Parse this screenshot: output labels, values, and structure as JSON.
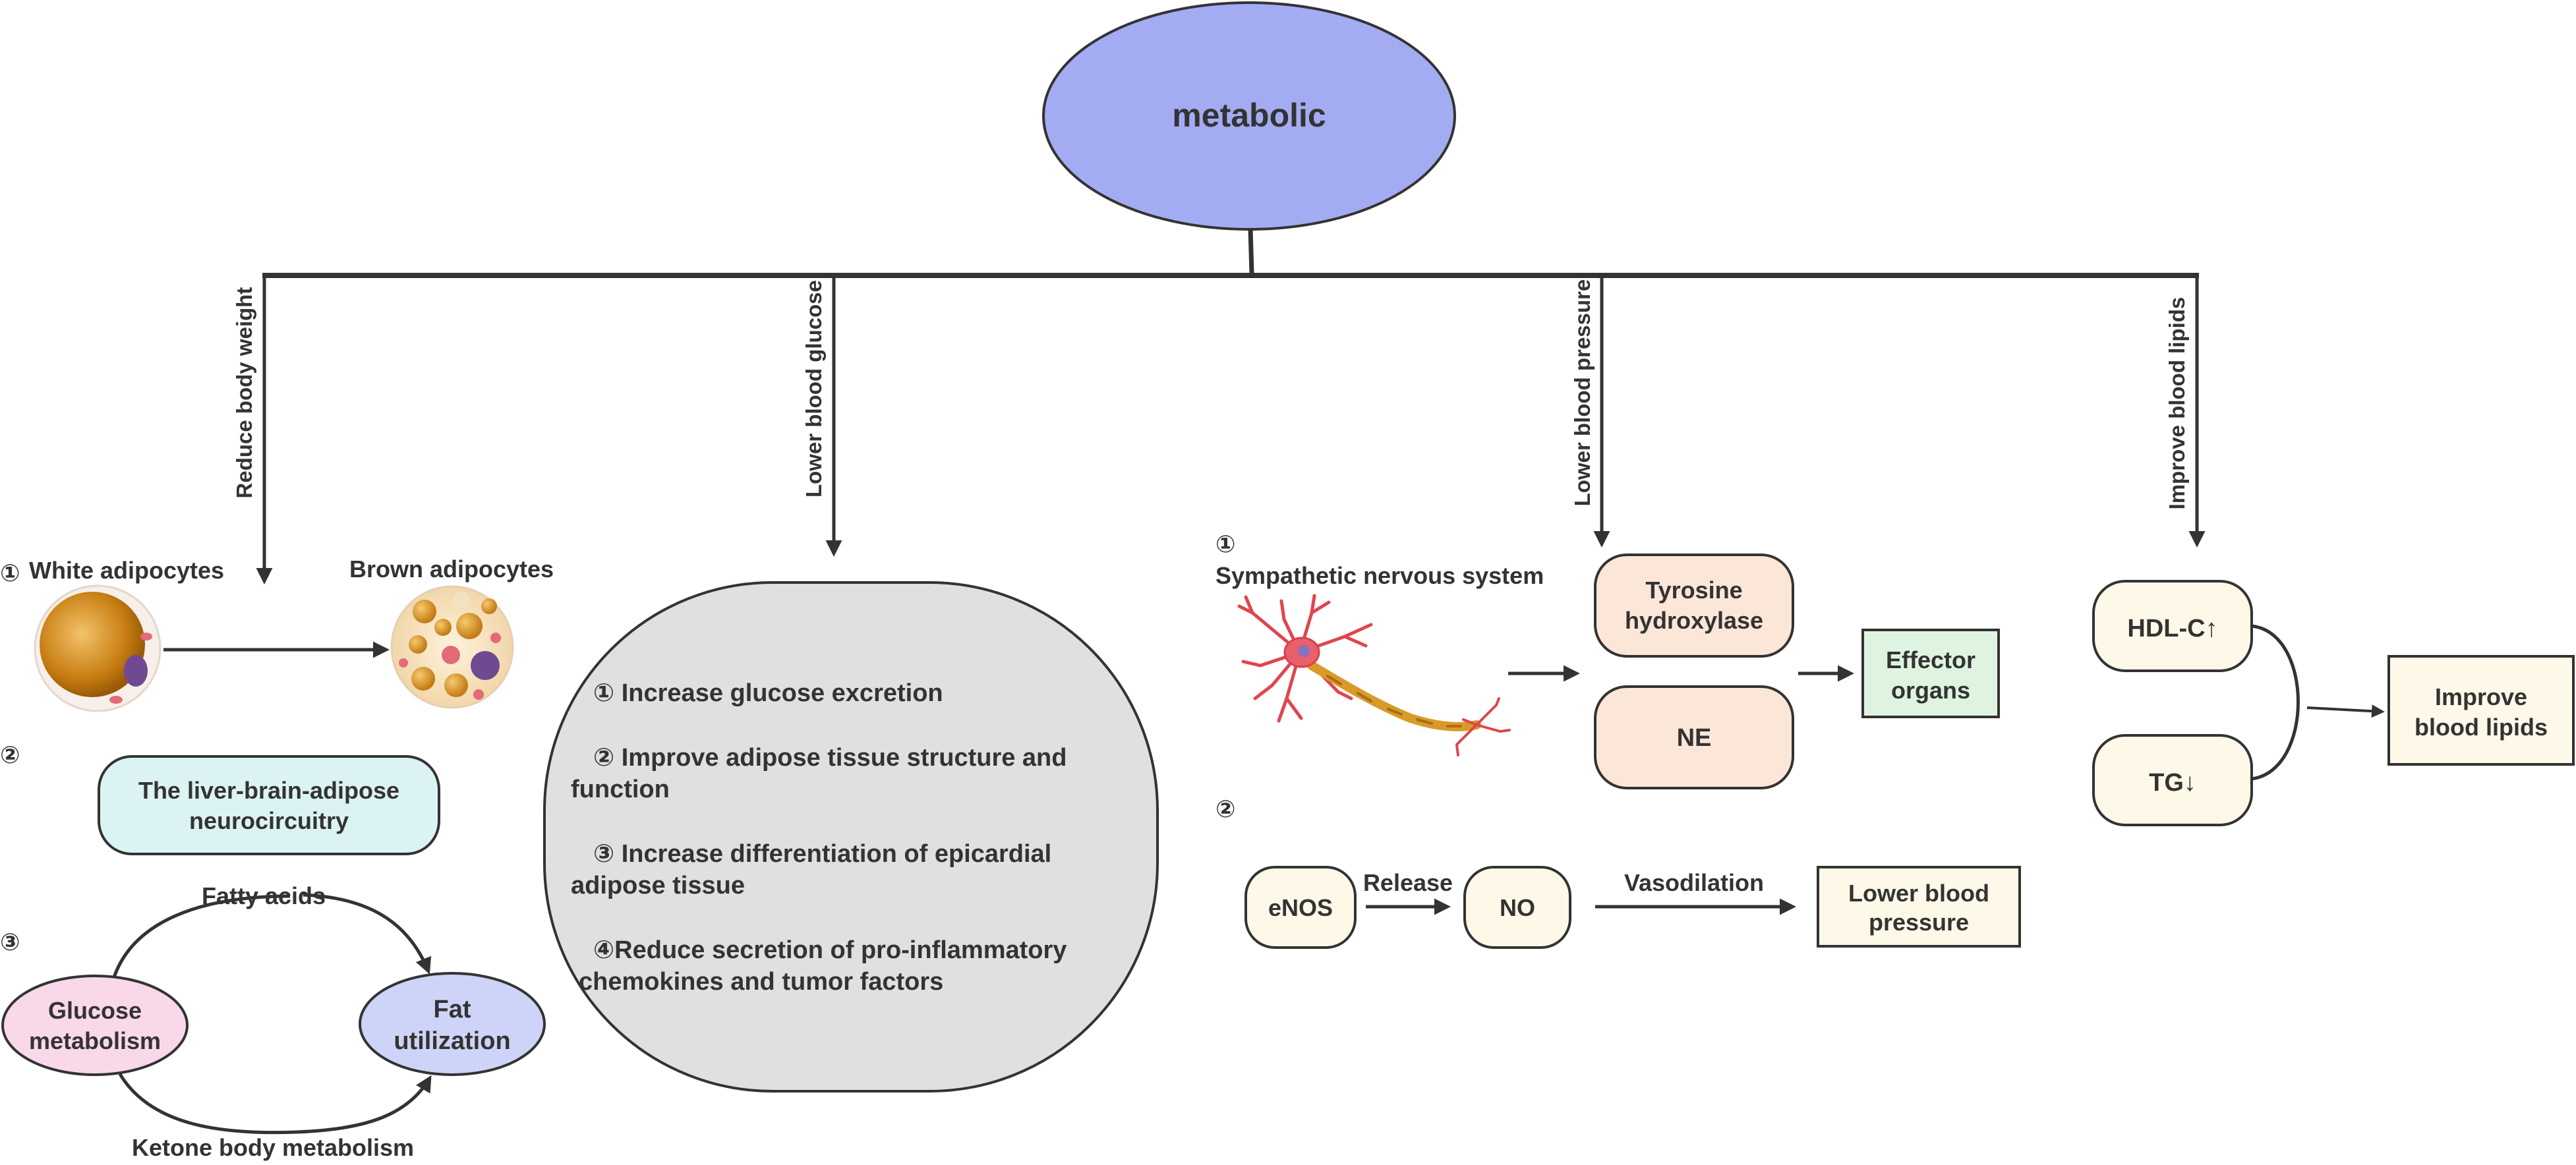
{
  "colors": {
    "root_fill": "#a3acf2",
    "box_peach": "#fbe6d8",
    "box_mint": "#dff4e0",
    "box_cream": "#fdf8e8",
    "box_cyan": "#dcf3f3",
    "box_grey": "#e0e0e0",
    "ellipse_pink": "#f9d8ea",
    "ellipse_blue": "#cdd4f7",
    "stroke": "#333333"
  },
  "root": {
    "label": "metabolic"
  },
  "branches": {
    "weight": {
      "label": "Reduce body weight",
      "item1": {
        "num": "①",
        "from": "White adipocytes",
        "to": "Brown adipocytes"
      },
      "item2": {
        "num": "②",
        "line1": "The liver-brain-adipose",
        "line2": "neurocircuitry"
      },
      "item3": {
        "num": "③",
        "glucose": [
          "Glucose",
          "metabolism"
        ],
        "fat": [
          "Fat",
          "utilization"
        ],
        "top_path": "Fatty acids",
        "bottom_path": "Ketone body metabolism"
      }
    },
    "glucose": {
      "label": "Lower blood glucose",
      "lines": [
        "① Increase glucose excretion",
        "② Improve adipose tissue structure and",
        "function",
        "③ Increase differentiation of epicardial",
        "adipose tissue",
        "④Reduce secretion of pro-inflammatory",
        "chemokines and tumor factors"
      ]
    },
    "pressure": {
      "label": "Lower blood pressure",
      "item1": {
        "num": "①",
        "title": "Sympathetic nervous system",
        "tyrosine": [
          "Tyrosine",
          "hydroxylase"
        ],
        "ne": "NE",
        "effector": [
          "Effector",
          "organs"
        ]
      },
      "item2": {
        "num": "②",
        "enos": "eNOS",
        "release": "Release",
        "no": "NO",
        "vasodilation": "Vasodilation",
        "result": [
          "Lower blood",
          "pressure"
        ]
      }
    },
    "lipids": {
      "label": "Improve blood lipids",
      "hdl": "HDL-C↑",
      "tg": "TG↓",
      "result": [
        "Improve",
        "blood lipids"
      ]
    }
  }
}
